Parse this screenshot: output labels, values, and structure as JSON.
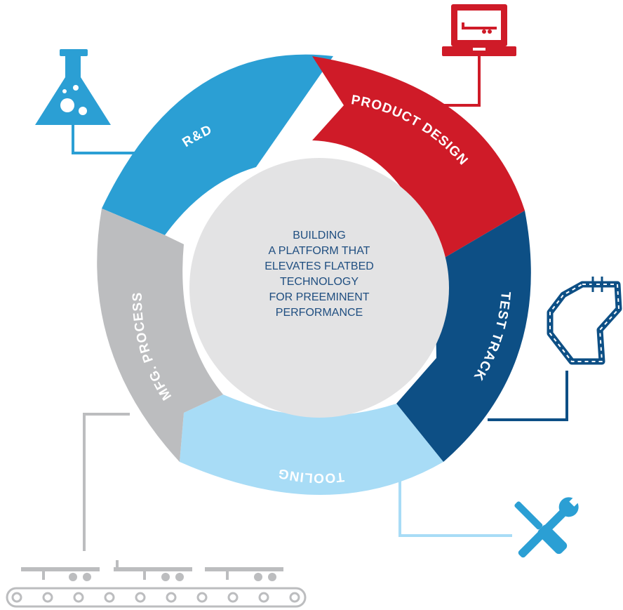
{
  "center_text": [
    "BUILDING",
    "A PLATFORM THAT",
    "ELEVATES FLATBED",
    "TECHNOLOGY",
    "FOR PREEMINENT",
    "PERFORMANCE"
  ],
  "segments": [
    {
      "key": "rnd",
      "label": "R&D",
      "color": "#2b9fd4"
    },
    {
      "key": "design",
      "label": "PRODUCT DESIGN",
      "color": "#cf1b28"
    },
    {
      "key": "test",
      "label": "TEST TRACK",
      "color": "#0d4f85"
    },
    {
      "key": "tooling",
      "label": "TOOLING",
      "color": "#a8dcf6"
    },
    {
      "key": "mfg",
      "label": "MFG. PROCESS",
      "color": "#bcbdbf"
    }
  ],
  "icons": {
    "rnd": "flask-icon",
    "design": "laptop-icon",
    "test": "track-icon",
    "tooling": "wrench-screwdriver-icon",
    "mfg": "conveyor-trailers-icon"
  },
  "colors": {
    "center_fill": "#e3e3e4",
    "center_text": "#1f4e80"
  }
}
